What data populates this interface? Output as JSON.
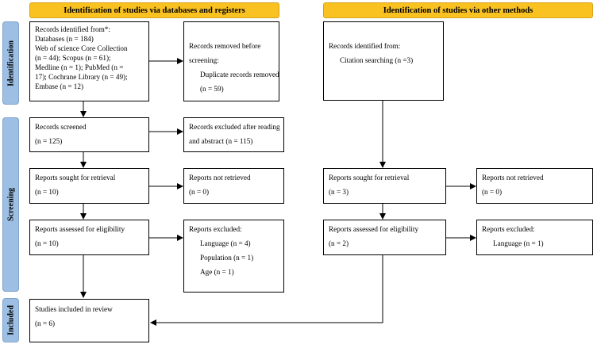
{
  "headers": {
    "databases": "Identification of studies via databases and registers",
    "other": "Identification of studies via other methods"
  },
  "phases": {
    "identification": "Identification",
    "screening": "Screening",
    "included": "Included"
  },
  "db": {
    "identified": {
      "line1": "Records identified from*:",
      "line2": "Databases (n = 184)",
      "line3": "Web of science Core Collection",
      "line4": "(n = 44); Scopus (n = 61);",
      "line5": "Medline (n = 1); PubMed (n =",
      "line6": "17); Cochrane Library (n = 49);",
      "line7": "Embase (n = 12)"
    },
    "removed": {
      "line1": "Records removed before",
      "line2": "screening:",
      "line3": "Duplicate records removed",
      "line4": "(n = 59)"
    },
    "screened": {
      "line1": "Records screened",
      "line2": "(n = 125)"
    },
    "excluded": {
      "line1": "Records excluded after reading",
      "line2": "and abstract (n = 115)"
    },
    "sought": {
      "line1": "Reports sought for retrieval",
      "line2": "(n = 10)"
    },
    "not_retrieved": {
      "line1": "Reports not retrieved",
      "line2": "(n = 0)"
    },
    "assessed": {
      "line1": "Reports assessed for eligibility",
      "line2": "(n = 10)"
    },
    "reports_excluded": {
      "line1": "Reports excluded:",
      "line2": "Language (n = 4)",
      "line3": "Population (n = 1)",
      "line4": "Age (n = 1)"
    },
    "included": {
      "line1": "Studies included in review",
      "line2": "(n = 6)"
    }
  },
  "other": {
    "identified": {
      "line1": "Records identified from:",
      "line2": "Citation searching (n =3)"
    },
    "sought": {
      "line1": "Reports sought for retrieval",
      "line2": "(n = 3)"
    },
    "not_retrieved": {
      "line1": "Reports not retrieved",
      "line2": "(n = 0)"
    },
    "assessed": {
      "line1": "Reports assessed for eligibility",
      "line2": "(n = 2)"
    },
    "reports_excluded": {
      "line1": "Reports excluded:",
      "line2": "Language (n = 1)"
    }
  },
  "colors": {
    "banner": "#f9c221",
    "phase": "#9ebfe4",
    "line": "#000000"
  }
}
